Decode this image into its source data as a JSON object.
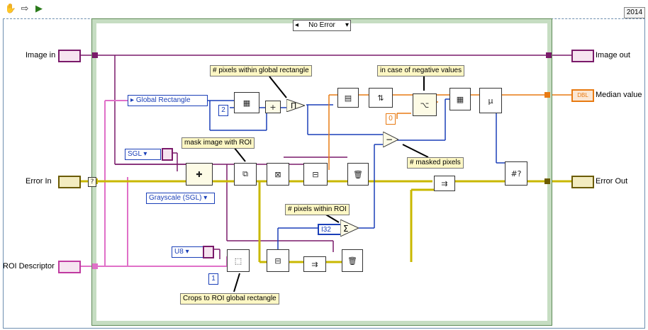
{
  "toolbar": {
    "icons": [
      "hand-icon",
      "arrow-right-icon",
      "run-icon"
    ],
    "year": "2014"
  },
  "case_structure": {
    "selector": "No Error"
  },
  "terminals": {
    "image_in": "Image in",
    "error_in": "Error In",
    "roi_descriptor": "ROI Descriptor",
    "image_out": "Image out",
    "median_value": "Median value",
    "error_out": "Error Out"
  },
  "constants": {
    "global_rectangle": "Global Rectangle",
    "sgl": "SGL",
    "grayscale": "Grayscale (SGL)",
    "u8": "U8",
    "two": "2",
    "zero": "0",
    "one": "1",
    "i32": "I32",
    "dbl": "DBL"
  },
  "notes": {
    "pixels_global": "# pixels within global rectangle",
    "negative": "in case of negative values",
    "mask_image": "mask image with ROI",
    "masked_pixels": "# masked pixels",
    "pixels_roi": "# pixels within ROI",
    "crops": "Crops to ROI global rectangle"
  },
  "colors": {
    "image_wire": "#7a1a6a",
    "error_wire": "#c9b800",
    "pink_wire": "#e070c8",
    "blue_wire": "#1a3fb8",
    "orange_wire": "#e87a12",
    "case_border": "#5e8a57"
  }
}
